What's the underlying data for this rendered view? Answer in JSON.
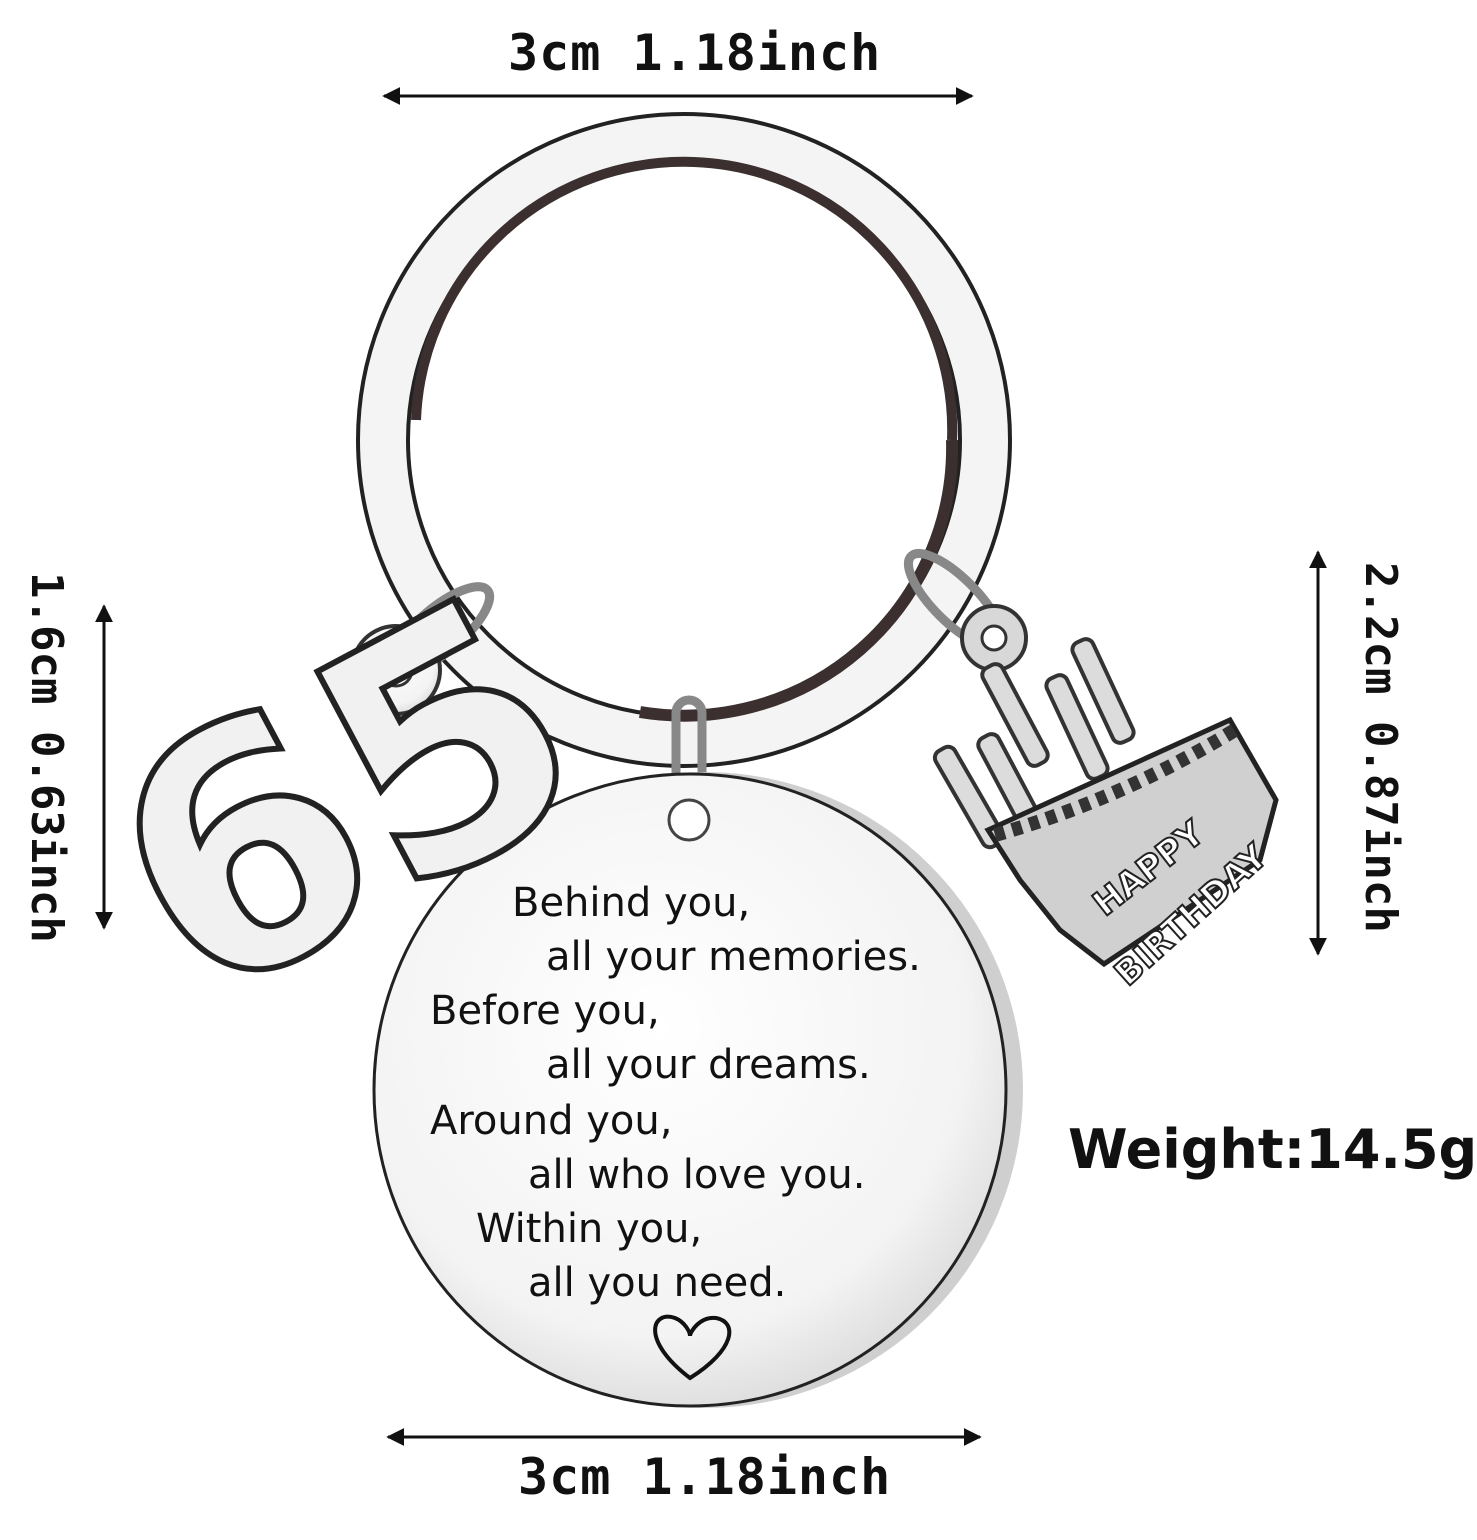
{
  "dimensions": {
    "top": "3cm 1.18inch",
    "bottom": "3cm 1.18inch",
    "left": "1.6cm 0.63inch",
    "right": "2.2cm 0.87inch"
  },
  "weight": "Weight:14.5g",
  "number_charm": "65",
  "cake_charm": {
    "line1": "HAPPY",
    "line2": "BIRTHDAY"
  },
  "poem": [
    "Behind you,",
    "all your memories.",
    "Before you,",
    "all your dreams.",
    "Around you,",
    "all who love you.",
    "Within you,",
    "all you need."
  ],
  "colors": {
    "ink": "#111111",
    "metal": "#e6e6e6"
  }
}
